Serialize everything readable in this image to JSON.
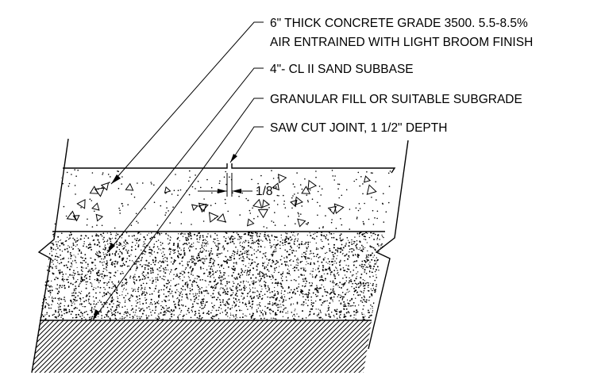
{
  "callouts": [
    {
      "line1": "6\" THICK CONCRETE GRADE 3500.  5.5-8.5%",
      "line2": "AIR ENTRAINED WITH LIGHT BROOM FINISH"
    },
    {
      "line1": "4\"- CL II SAND SUBBASE"
    },
    {
      "line1": "GRANULAR FILL OR SUITABLE SUBGRADE"
    },
    {
      "line1": "SAW CUT JOINT, 1 1/2\" DEPTH"
    }
  ],
  "dimension": {
    "joint_width": "1/8\""
  },
  "layers": [
    "concrete",
    "sand-subbase",
    "subgrade"
  ]
}
